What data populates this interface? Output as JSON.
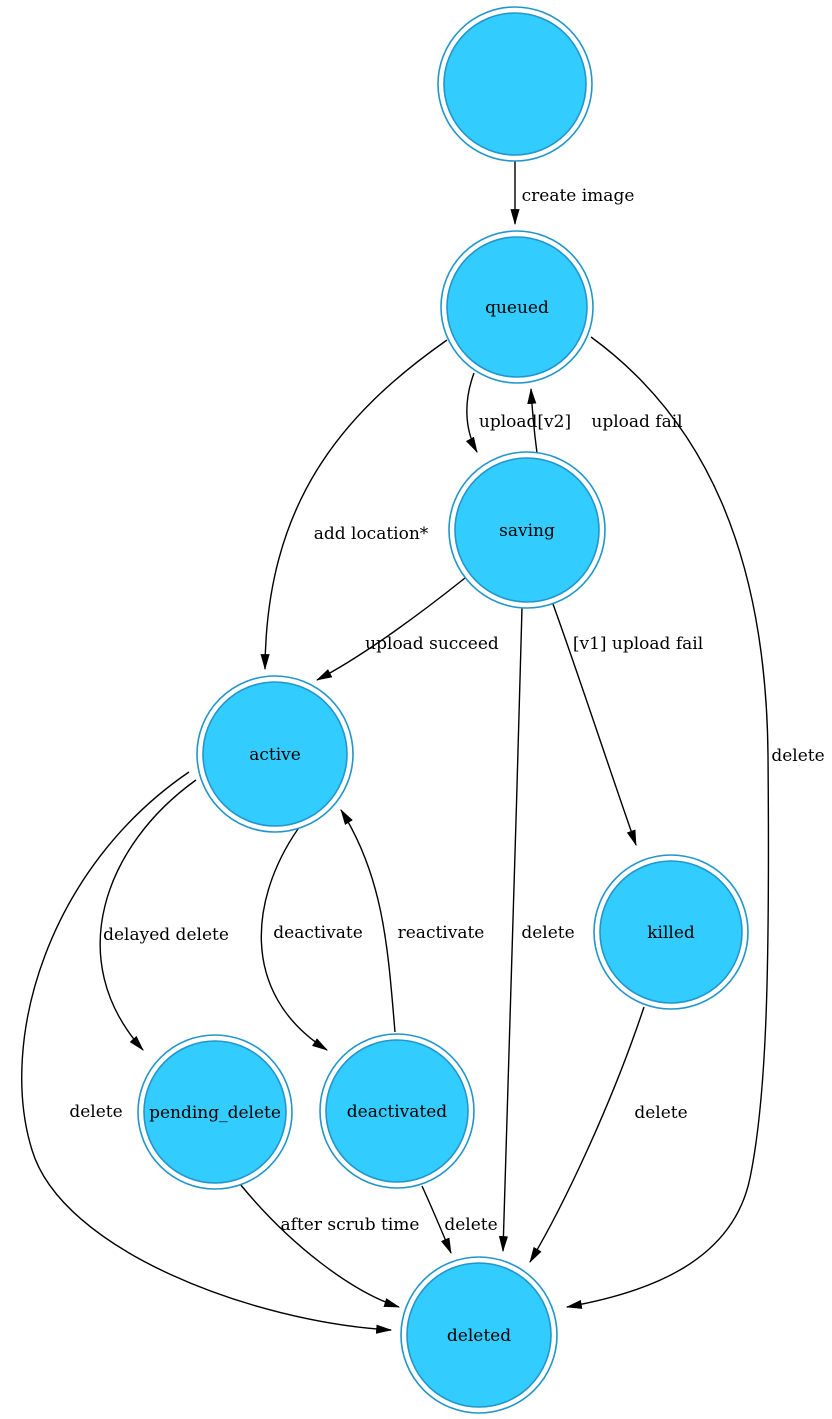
{
  "diagram": {
    "kind": "image-state-machine",
    "background_color": "#ffffff",
    "node_fill_color": "#33ccff",
    "node_border_color": "#2196cb",
    "edge_color": "#000000",
    "text_color": "#000000",
    "node_shape": "doublecircle"
  },
  "nodes": [
    {
      "id": "start",
      "label": ""
    },
    {
      "id": "queued",
      "label": "queued"
    },
    {
      "id": "saving",
      "label": "saving"
    },
    {
      "id": "active",
      "label": "active"
    },
    {
      "id": "killed",
      "label": "killed"
    },
    {
      "id": "pending_delete",
      "label": "pending_delete"
    },
    {
      "id": "deactivated",
      "label": "deactivated"
    },
    {
      "id": "deleted",
      "label": "deleted"
    }
  ],
  "edges": [
    {
      "from": "start",
      "to": "queued",
      "label": "create image"
    },
    {
      "from": "queued",
      "to": "saving",
      "label": "upload[v2]"
    },
    {
      "from": "saving",
      "to": "queued",
      "label": "upload fail"
    },
    {
      "from": "queued",
      "to": "active",
      "label": "add location*"
    },
    {
      "from": "saving",
      "to": "active",
      "label": "upload succeed"
    },
    {
      "from": "saving",
      "to": "killed",
      "label": "[v1] upload fail"
    },
    {
      "from": "saving",
      "to": "deleted",
      "label": "delete"
    },
    {
      "from": "queued",
      "to": "deleted",
      "label": "delete"
    },
    {
      "from": "active",
      "to": "pending_delete",
      "label": "delayed delete"
    },
    {
      "from": "active",
      "to": "deactivated",
      "label": "deactivate"
    },
    {
      "from": "deactivated",
      "to": "active",
      "label": "reactivate"
    },
    {
      "from": "active",
      "to": "deleted",
      "label": "delete"
    },
    {
      "from": "pending_delete",
      "to": "deleted",
      "label": "after scrub time"
    },
    {
      "from": "deactivated",
      "to": "deleted",
      "label": "delete"
    },
    {
      "from": "killed",
      "to": "deleted",
      "label": "delete"
    }
  ]
}
